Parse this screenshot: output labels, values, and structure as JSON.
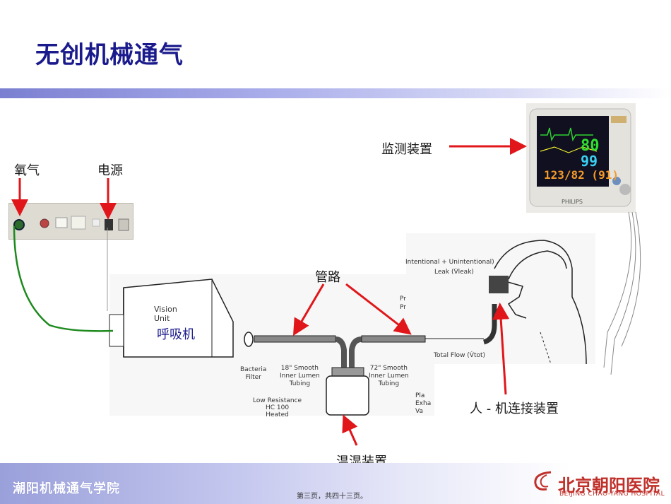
{
  "title": "无创机械通气",
  "labels": {
    "oxygen": "氧气",
    "power": "电源",
    "monitor": "监测装置",
    "tubing": "管路",
    "ventilator": "呼吸机",
    "interface": "人 - 机连接装置",
    "humidifier": "温湿装置"
  },
  "monitor_screen": {
    "hr": "80",
    "spo2": "99",
    "bp": "123/82 (91)",
    "brand": "PHILIPS"
  },
  "diagram_text": {
    "vision": "Vision",
    "unit": "Unit",
    "bacteria": "Bacteria",
    "filter": "Filter",
    "tube18_l1": "18\" Smooth",
    "tube18_l2": "Inner Lumen",
    "tube18_l3": "Tubing",
    "tube72_l1": "72\" Smooth",
    "tube72_l2": "Inner Lumen",
    "tube72_l3": "Tubing",
    "lowres": "Low Resistance",
    "hc100": "HC 100",
    "heated": "Heated",
    "leak_top": "Intentional + Unintentional)",
    "leak": "Leak (V̇leak)",
    "totalflow": "Total Flow (V̇tot)",
    "pr1": "Pr",
    "pr2": "Pr",
    "pla": "Pla",
    "exha": "Exha",
    "va": "Va"
  },
  "footer": {
    "left": "潮阳机械通气学院",
    "page": "第三页，共四十三页。",
    "logo_cn": "北京朝阳医院",
    "logo_en": "BEIJING CHAO-YANG HOSPITAL"
  },
  "colors": {
    "title": "#1a1a8c",
    "arrow": "#e0161a",
    "oxygen_line": "#1e8a1e",
    "logo": "#c0302a"
  }
}
